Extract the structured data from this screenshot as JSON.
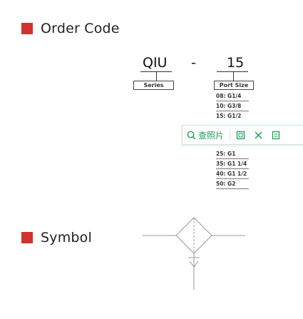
{
  "order_code": {
    "heading": "Order Code",
    "series_code": "QIU",
    "dash": "-",
    "port_code": "15",
    "series_label": "Series",
    "port_label": "Port Size",
    "port_options_top": [
      "08: G1/4",
      "10: G3/8",
      "15: G1/2"
    ],
    "port_options_bottom": [
      "25: G1",
      "35: G1 1/4",
      "40: G1 1/2",
      "50: G2"
    ]
  },
  "toolbar": {
    "search_label": "查照片",
    "accent_color": "#1aa05a",
    "icons": [
      "search-icon",
      "copy-icon",
      "translate-icon",
      "extract-icon"
    ]
  },
  "symbol": {
    "heading": "Symbol"
  },
  "colors": {
    "bullet": "#d0322f"
  }
}
